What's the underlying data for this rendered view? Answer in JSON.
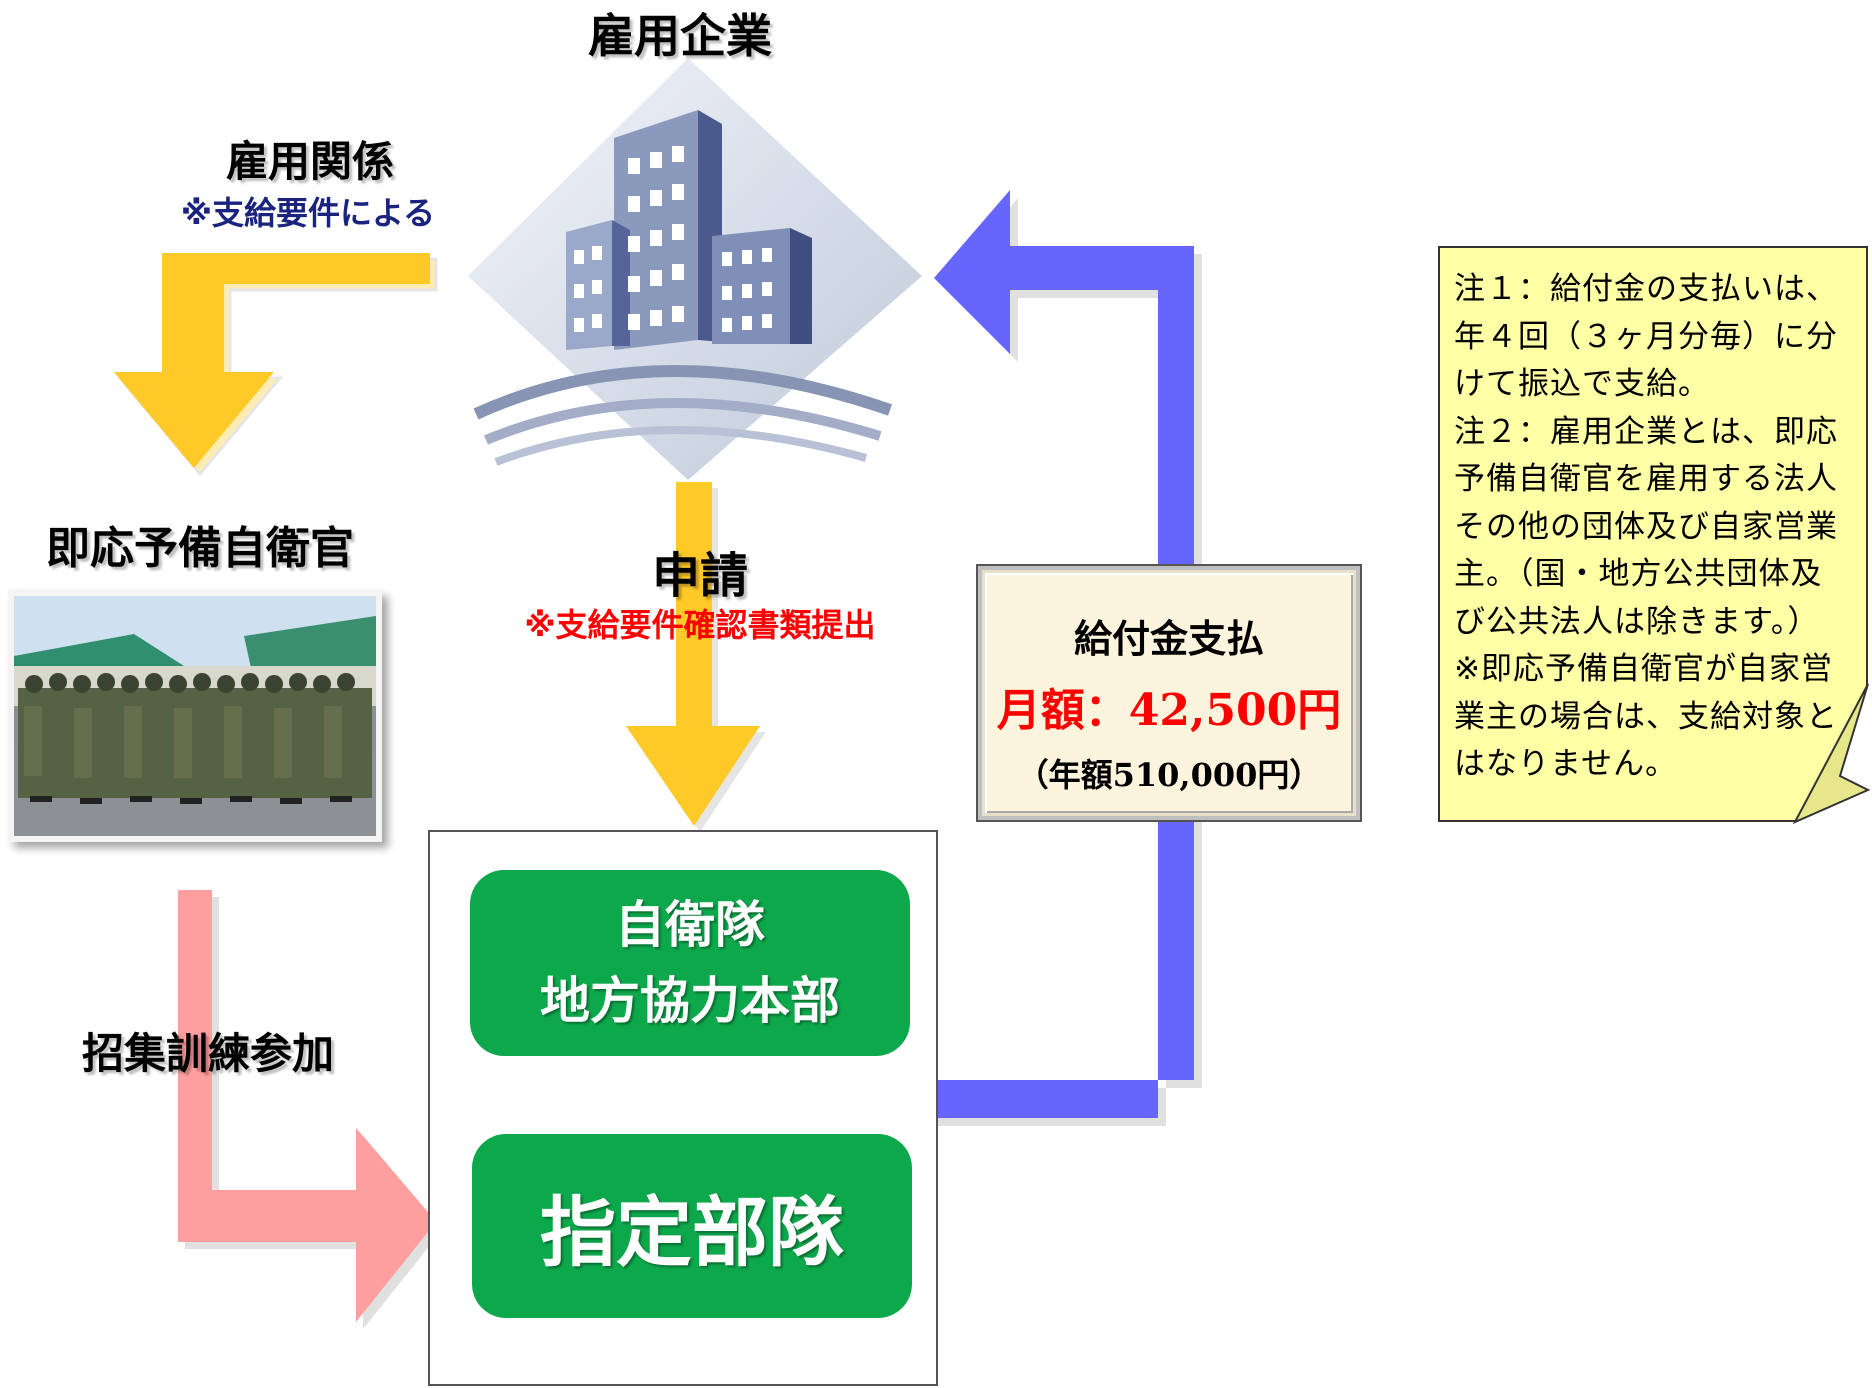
{
  "company": {
    "title": "雇用企業"
  },
  "employment": {
    "label": "雇用関係",
    "note": "※支給要件による"
  },
  "reservist": {
    "label": "即応予備自衛官"
  },
  "application": {
    "label": "申請",
    "note": "※支給要件確認書類提出"
  },
  "training": {
    "label": "招集訓練参加"
  },
  "pco": {
    "line1": "自衛隊",
    "line2": "地方協力本部"
  },
  "unit": {
    "label": "指定部隊"
  },
  "payment": {
    "title": "給付金支払",
    "monthly": "月額：42,500円",
    "annual": "（年額510,000円）"
  },
  "notes": {
    "lines": [
      "注１：給付金の支払いは、",
      "年４回（３ヶ月分毎）に分",
      "けて振込で支給。",
      "注２：雇用企業とは、即応",
      "予備自衛官を雇用する法人",
      "その他の団体及び自家営業",
      "主。（国・地方公共団体及",
      "び公共法人は除きます。）",
      "※即応予備自衛官が自家営",
      "業主の場合は、支給対象と",
      "はなりません。"
    ]
  },
  "colors": {
    "yellow_arrow": "#ffc928",
    "blue_arrow": "#6666ff",
    "pink_arrow": "#ff9e9e",
    "green_box": "#0ea84c",
    "note_bg": "#ffffa6",
    "payment_bg": "#fdf4dd",
    "emphasis_red": "#ff0000",
    "note_navy": "#1a237e"
  },
  "icons": {
    "company": "office-buildings-icon",
    "photo": "soldiers-saluting-photo"
  }
}
